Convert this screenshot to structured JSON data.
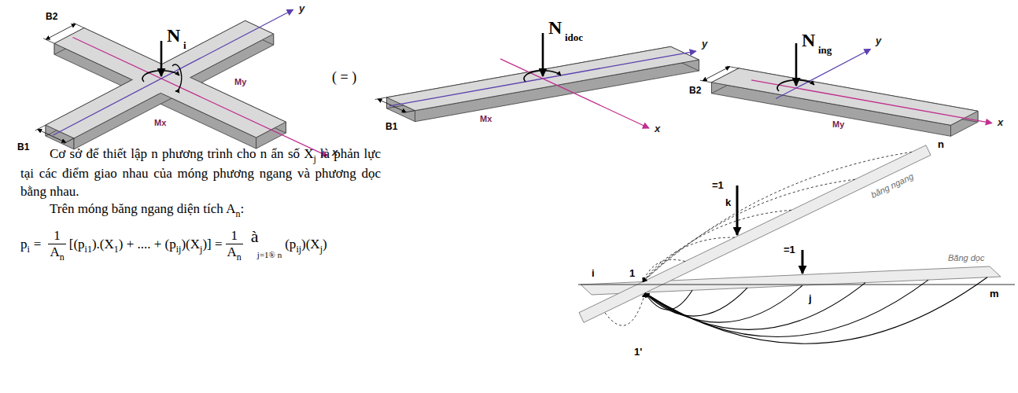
{
  "diagram": {
    "labels": [
      "B2",
      "B1",
      "N",
      "i",
      "Mx",
      "My",
      "y",
      "x",
      "( = )",
      "N",
      "idoc",
      "Mx",
      "B1",
      "y",
      "x",
      "N",
      "ing",
      "B2",
      "My",
      "y",
      "x",
      "Cơ sở để thiết lập n phương trình cho n ẩn số X",
      "j",
      "là phản lực tại các điểm giao nhau của móng phương ngang và phương dọc bằng nhau.",
      "Trên móng băng ngang diện tích A",
      "n",
      ":",
      "p",
      "i",
      "=",
      "1",
      "A",
      "n",
      "[(p",
      "i1",
      ").(X",
      "1",
      ") + .... + (p",
      "ij",
      ")(X",
      "j",
      ")] =",
      "1",
      "A",
      "n",
      "à",
      "j=1® n",
      "(p",
      "ij",
      ")(X",
      "j",
      ")",
      "băng ngang",
      "n",
      "=1",
      "k",
      "=1",
      "Băng dọc",
      "i",
      "1",
      "j",
      "m",
      "1'"
    ]
  }
}
